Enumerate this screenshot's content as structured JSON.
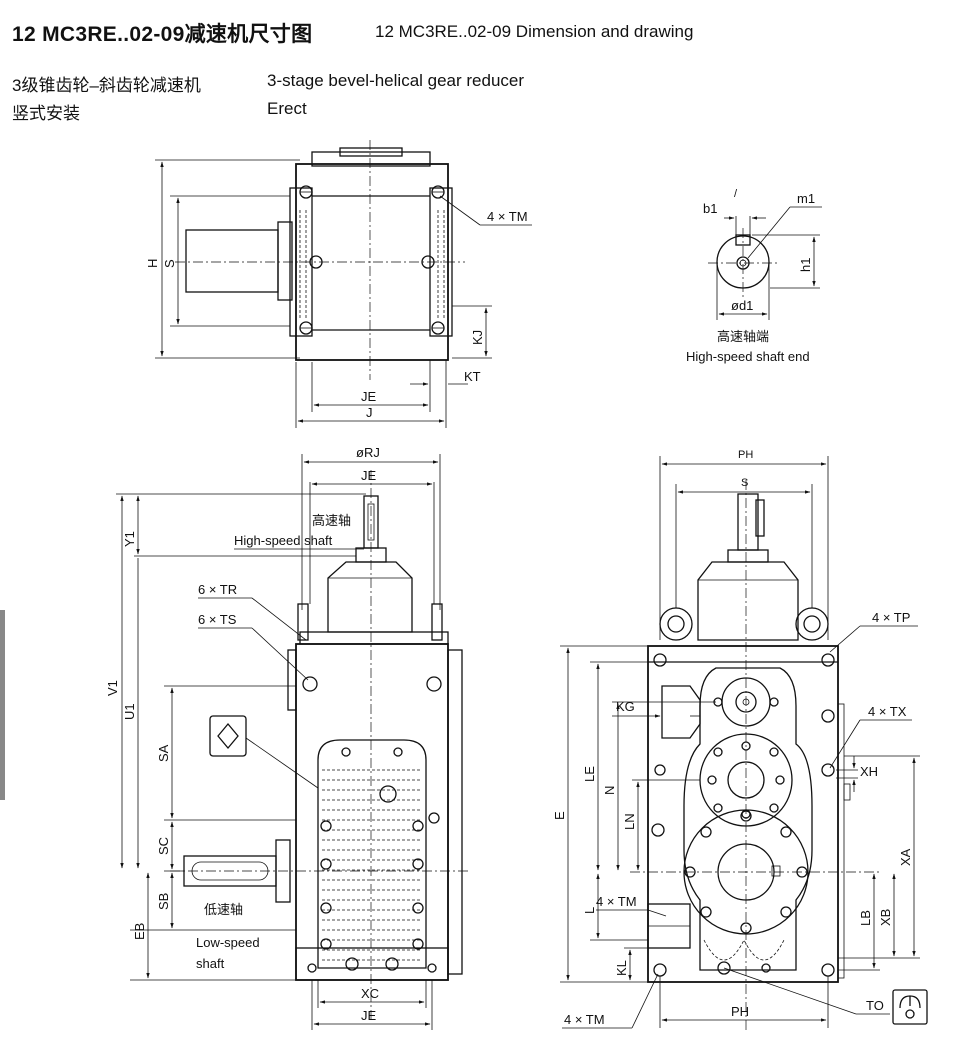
{
  "header": {
    "title_cn": "12 MC3RE..02-09减速机尺寸图",
    "title_en": "12 MC3RE..02-09 Dimension and drawing",
    "subtitle1_cn": "3级锥齿轮–斜齿轮减速机",
    "subtitle1_en": "3-stage bevel-helical gear reducer",
    "subtitle2_cn": "竖式安装",
    "subtitle2_en": "Erect"
  },
  "top_view": {
    "H": "H",
    "S": "S",
    "TM": "4 × TM",
    "KJ": "KJ",
    "KT": "KT",
    "JE": "JE",
    "J": "J"
  },
  "shaft_end": {
    "b1": "b1",
    "prime": "/",
    "m1": "m1",
    "h1": "h1",
    "d1": "ød1",
    "caption_cn": "高速轴端",
    "caption_en": "High-speed shaft end"
  },
  "front_view": {
    "RJ": "øRJ",
    "JE_top": "JE",
    "hs_cn": "高速轴",
    "hs_en": "High-speed shaft",
    "Y1": "Y1",
    "TR": "6 × TR",
    "TS": "6 × TS",
    "V1": "V1",
    "U1": "U1",
    "SA": "SA",
    "SC": "SC",
    "SB": "SB",
    "EB": "EB",
    "ls_cn": "低速轴",
    "ls_en1": "Low-speed",
    "ls_en2": "shaft",
    "XC": "XC",
    "JE_bottom": "JE"
  },
  "side_view": {
    "PH_top": "PH",
    "S": "S",
    "TP": "4 × TP",
    "TX": "4 × TX",
    "XH": "XH",
    "KG": "KG",
    "LE": "LE",
    "N": "N",
    "LN": "LN",
    "E": "E",
    "XA": "XA",
    "L": "L",
    "TM_mid": "4 × TM",
    "LB": "LB",
    "XB": "XB",
    "KL": "KL",
    "TM_bottom": "4 × TM",
    "PH_bottom": "PH",
    "TO": "TO"
  }
}
